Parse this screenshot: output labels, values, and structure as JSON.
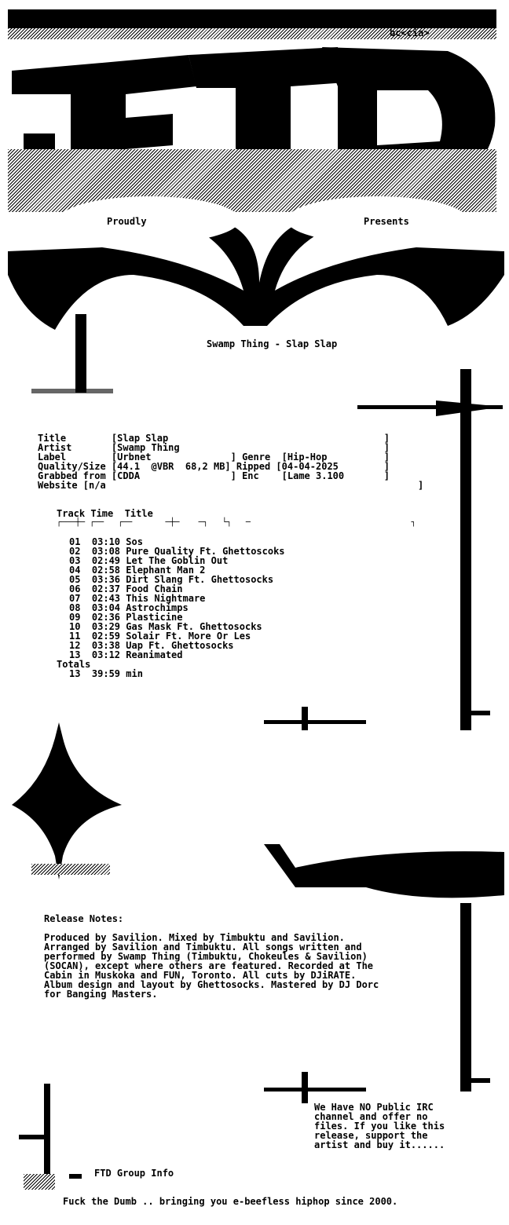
{
  "header": {
    "tag": "bc<cia>",
    "presents_left": "Proudly",
    "presents_right": "Presents",
    "release": "Swamp Thing - Slap Slap"
  },
  "info": {
    "lines": [
      "Title        [Slap Slap                                      ]",
      "Artist       [Swamp Thing                                    ]",
      "Label        [Urbnet              ] Genre  [Hip-Hop          ]",
      "Quality/Size [44.1  @VBR  68,2 MB] Ripped [04-04-2025        ]",
      "Grabbed from [CDDA                ] Enc    [Lame 3.100       ]",
      "Website [n/a                                                       ]"
    ]
  },
  "tracks": {
    "header": "Track Time  Title",
    "rule": "┌───┼─ ┌──   ┌──       ─┼─    ─┐   └┐   ─                                  ┐",
    "rows": [
      "01  03:10 Sos",
      "02  03:08 Pure Quality Ft. Ghettoscoks",
      "03  02:49 Let The Goblin Out",
      "04  02:58 Elephant Man 2",
      "05  03:36 Dirt Slang Ft. Ghettosocks",
      "06  02:37 Food Chain",
      "07  02:43 This Nightmare",
      "08  03:04 Astrochimps",
      "09  02:36 Plasticine",
      "10  03:29 Gas Mask Ft. Ghettosocks",
      "11  02:59 Solair Ft. More Or Les",
      "12  03:38 Uap Ft. Ghettosocks",
      "13  03:12 Reanimated"
    ],
    "totals_label": "Totals",
    "totals": "13  39:59 min"
  },
  "notes": {
    "title": "Release Notes:",
    "lines": [
      "Produced by Savilion. Mixed by Timbuktu and Savilion.",
      "Arranged by Savilion and Timbuktu. All songs written and",
      "performed by Swamp Thing (Timbuktu, Chokeules & Savilion)",
      "(SOCAN), except where others are featured. Recorded at The",
      "Cabin in Muskoka and FUN, Toronto. All cuts by DJiRATE.",
      "Album design and layout by Ghettosocks. Mastered by DJ Dorc",
      "for Banging Masters."
    ]
  },
  "irc": {
    "lines": [
      "We Have NO Public IRC",
      "channel and offer no",
      "files. If you like this",
      "release, support the",
      "artist and buy it......"
    ]
  },
  "footer": {
    "group_info": "FTD Group Info",
    "tagline": "Fuck the Dumb .. bringing you e-beefless hiphop since 2000."
  },
  "colors": {
    "ink": "#000000",
    "paper": "#ffffff"
  }
}
